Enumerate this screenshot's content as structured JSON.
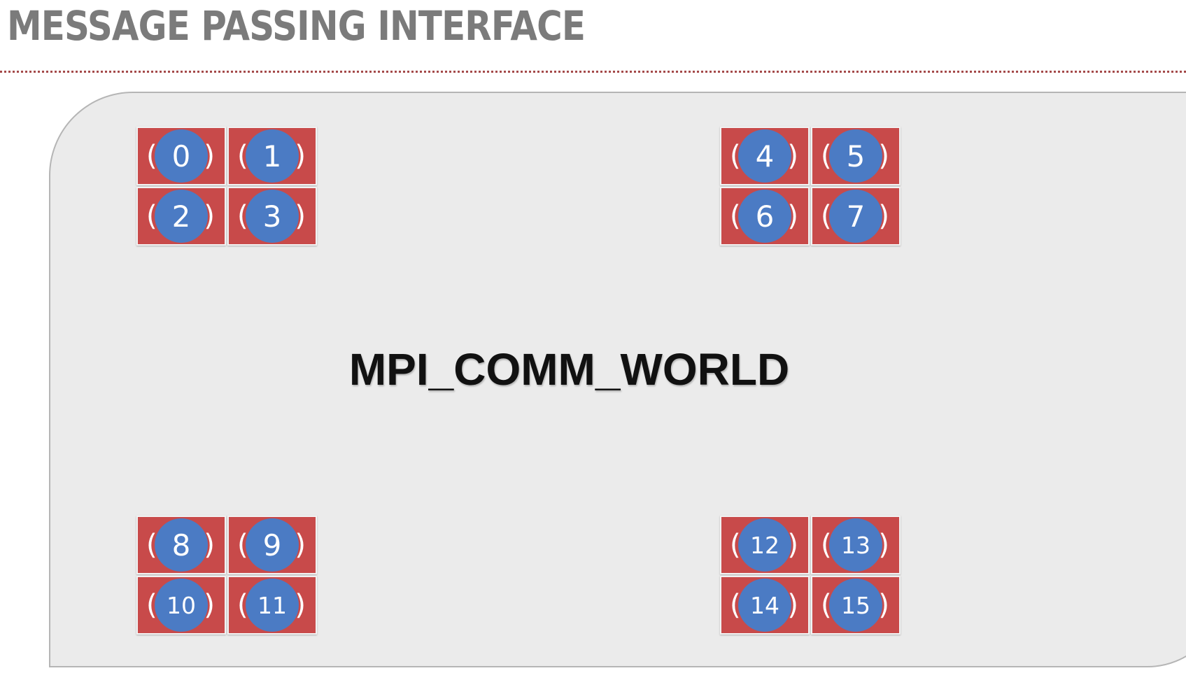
{
  "slide": {
    "title": "MESSAGE PASSING INTERFACE"
  },
  "communicator": {
    "label": "MPI_COMM_WORLD"
  },
  "colors": {
    "cpu": "#c84a4a",
    "rank": "#4b7bc4",
    "world_box": "#ebebeb",
    "title": "#7b7b7b"
  },
  "cpu_glyph": {
    "left": "(",
    "right": ")"
  },
  "nodes": [
    {
      "ranks": [
        "0",
        "1",
        "2",
        "3"
      ]
    },
    {
      "ranks": [
        "4",
        "5",
        "6",
        "7"
      ]
    },
    {
      "ranks": [
        "8",
        "9",
        "10",
        "11"
      ]
    },
    {
      "ranks": [
        "12",
        "13",
        "14",
        "15"
      ]
    }
  ]
}
